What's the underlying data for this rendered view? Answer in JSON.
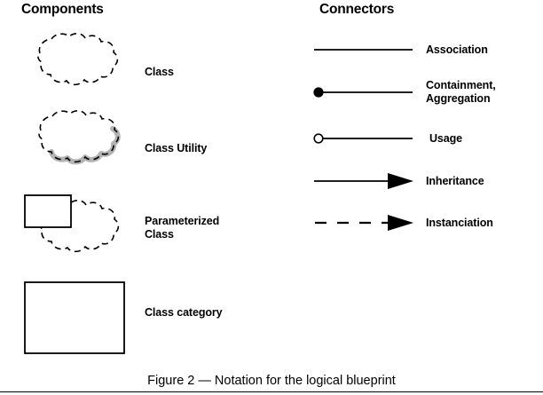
{
  "figure": {
    "caption": "Figure 2 — Notation for the logical blueprint"
  },
  "columns": {
    "components": {
      "heading": "Components",
      "items": [
        {
          "label": "Class",
          "glyph": "dashed-cloud"
        },
        {
          "label": "Class Utility",
          "glyph": "dashed-cloud-with-shadow"
        },
        {
          "label": "Parameterized\nClass",
          "glyph": "dashed-cloud-with-rectangle"
        },
        {
          "label": "Class category",
          "glyph": "solid-rectangle"
        }
      ]
    },
    "connectors": {
      "heading": "Connectors",
      "items": [
        {
          "label": "Association",
          "glyph": "plain-line"
        },
        {
          "label": "Containment,\nAggregation",
          "glyph": "filled-circle-line"
        },
        {
          "label": "Usage",
          "glyph": "hollow-circle-line"
        },
        {
          "label": "Inheritance",
          "glyph": "solid-line-arrow"
        },
        {
          "label": "Instanciation",
          "glyph": "dashed-line-arrow"
        }
      ]
    }
  },
  "colors": {
    "ink": "#000000",
    "shadow": "#b3b3b3",
    "background": "#ffffff"
  }
}
